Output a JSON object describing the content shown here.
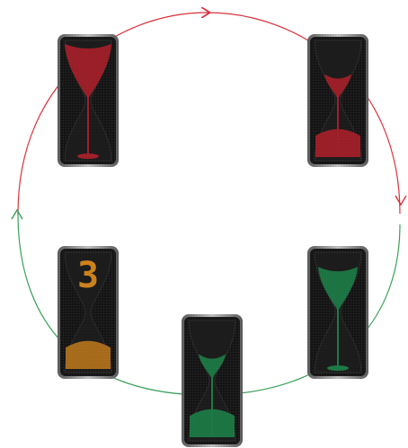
{
  "diagram": {
    "cycle_colors": {
      "red_arc": "#d9323a",
      "green_arc": "#3aa05a"
    },
    "panels": [
      {
        "id": "red-full",
        "color": "#d0222e",
        "top_fill": 1.0,
        "bottom_fill": 0.1
      },
      {
        "id": "red-half",
        "color": "#d0222e",
        "top_fill": 0.45,
        "bottom_fill": 0.6
      },
      {
        "id": "green-full",
        "color": "#1f9a55",
        "top_fill": 0.8,
        "bottom_fill": 0.1
      },
      {
        "id": "green-half",
        "color": "#1f9a55",
        "top_fill": 0.45,
        "bottom_fill": 0.6
      },
      {
        "id": "amber",
        "color": "#e08e1c",
        "top_fill": 0.0,
        "bottom_fill": 0.6
      }
    ],
    "amber_countdown": "3",
    "icons": [
      "hourglass-icon",
      "arrow-head-icon"
    ]
  }
}
